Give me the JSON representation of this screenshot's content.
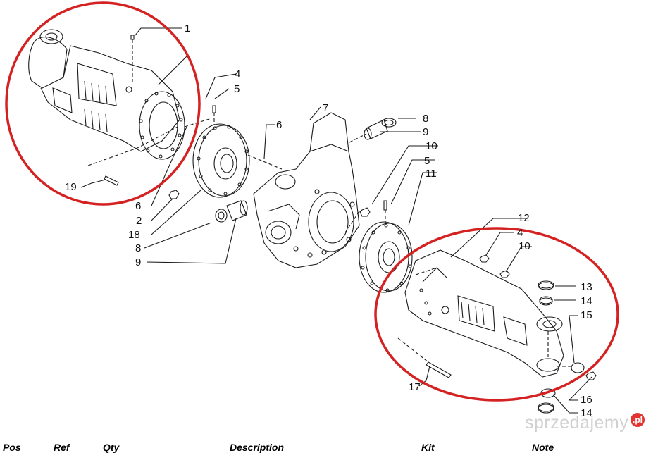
{
  "diagram": {
    "labels": {
      "p1": "1",
      "p4a": "4",
      "p5a": "5",
      "p6a": "6",
      "p7": "7",
      "p8a": "8",
      "p9a": "9",
      "p10a": "10",
      "p5b": "5",
      "p11": "11",
      "p19": "19",
      "p6b": "6",
      "p2": "2",
      "p18": "18",
      "p8b": "8",
      "p9b": "9",
      "p12": "12",
      "p4b": "4",
      "p10b": "10",
      "p13": "13",
      "p14a": "14",
      "p15": "15",
      "p16": "16",
      "p14b": "14",
      "p17": "17"
    },
    "highlight_color": "#d42222"
  },
  "table_header": {
    "pos": "Pos",
    "ref": "Ref",
    "qty": "Qty",
    "description": "Description",
    "kit": "Kit",
    "note": "Note"
  },
  "watermark": {
    "text": "sprzedajemy",
    "badge": ".pl"
  }
}
